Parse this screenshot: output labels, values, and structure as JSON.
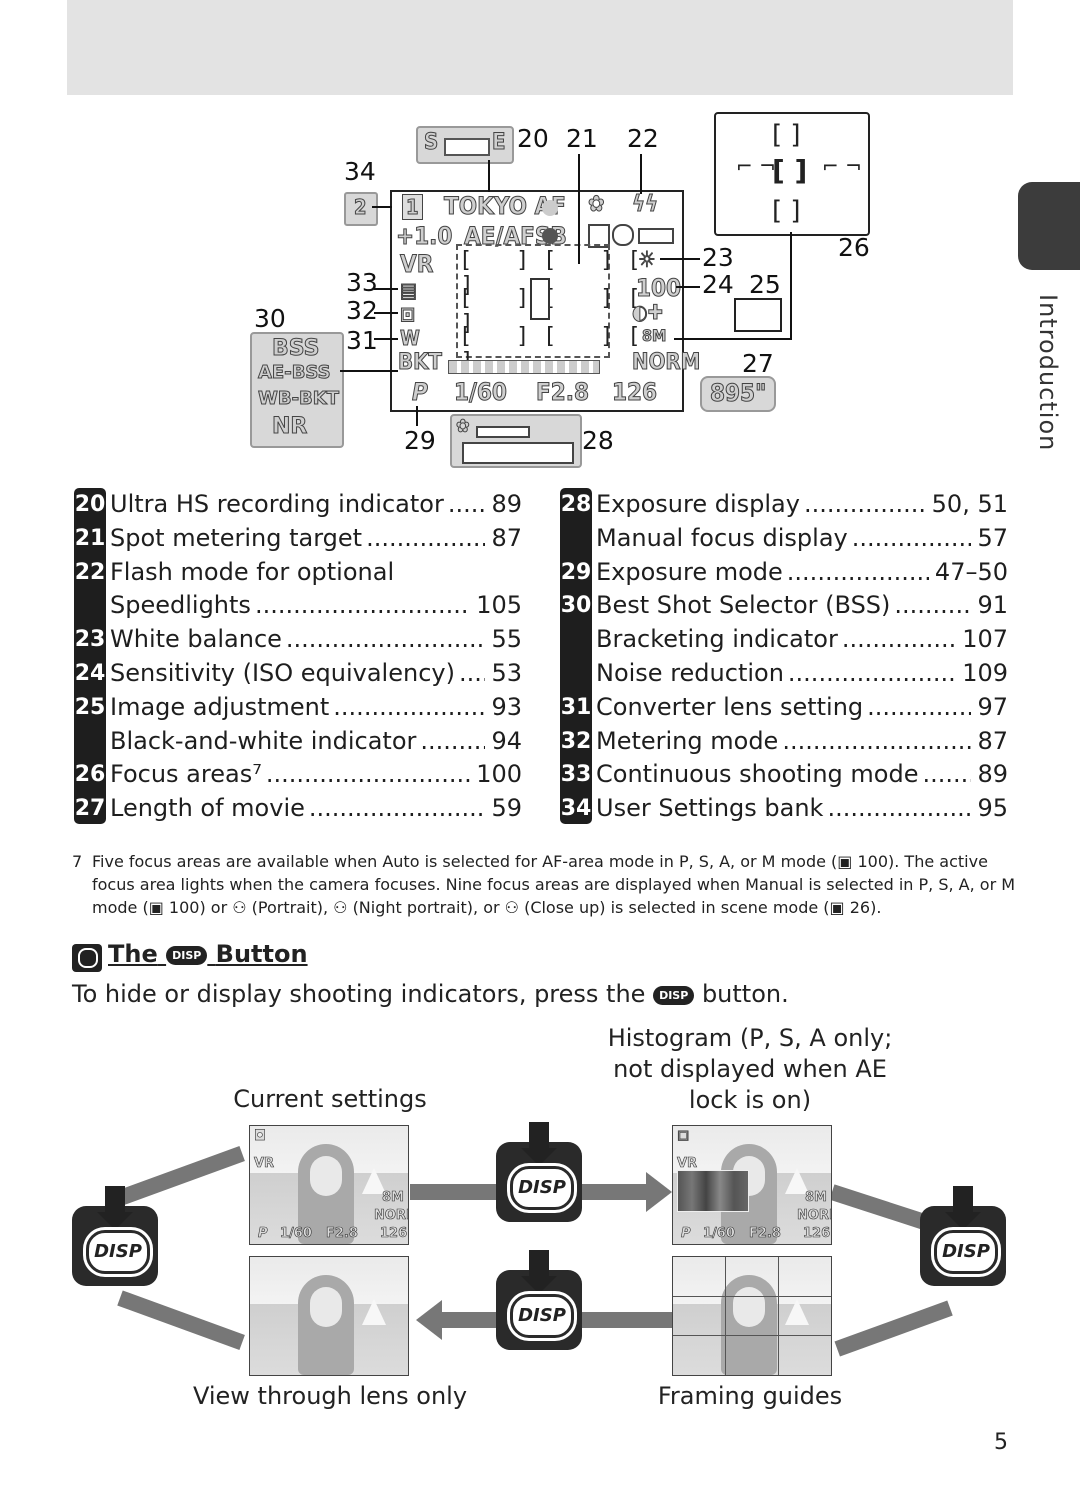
{
  "side_tab": {
    "label": "Introduction"
  },
  "diagram": {
    "callouts": [
      "20",
      "21",
      "22",
      "23",
      "24",
      "25",
      "26",
      "27",
      "28",
      "29",
      "30",
      "31",
      "32",
      "33",
      "34"
    ],
    "lcd_text": {
      "tokyo_af": "TOKYO AF",
      "exposure_comp": "+1.0",
      "ae_af_sb": "AE/AFSB",
      "vr": "VR",
      "iso": "100",
      "bkt": "BKT",
      "mode": "P",
      "shutter": "1/60",
      "aperture": "F2.8",
      "frames": "126",
      "norm": "NORM",
      "image_size": "8M",
      "movie_length": "895\""
    },
    "speed_box": {
      "left": "S",
      "right": "E"
    },
    "bss_panel": [
      "BSS",
      "AE-BSS",
      "WB-BKT",
      "NR"
    ],
    "user_bank": "2",
    "user_bank_lcd": "1"
  },
  "index_left": [
    {
      "num": "20",
      "label": "Ultra HS recording indicator",
      "page": "89"
    },
    {
      "num": "21",
      "label": "Spot metering target",
      "page": "87"
    },
    {
      "num": "22",
      "label": "Flash mode for optional",
      "page": ""
    },
    {
      "num": "",
      "label": "Speedlights",
      "page": "105"
    },
    {
      "num": "23",
      "label": "White balance",
      "page": "55"
    },
    {
      "num": "24",
      "label": "Sensitivity (ISO equivalency)",
      "page": "53"
    },
    {
      "num": "25",
      "label": "Image adjustment",
      "page": "93"
    },
    {
      "num": "",
      "label": "Black-and-white indicator",
      "page": "94"
    },
    {
      "num": "26",
      "label": "Focus areas⁷",
      "page": "100"
    },
    {
      "num": "27",
      "label": "Length of movie",
      "page": "59"
    }
  ],
  "index_right": [
    {
      "num": "28",
      "label": "Exposure display",
      "page": "50, 51"
    },
    {
      "num": "",
      "label": "Manual focus display",
      "page": "57"
    },
    {
      "num": "29",
      "label": "Exposure mode",
      "page": "47–50"
    },
    {
      "num": "30",
      "label": "Best Shot Selector (BSS)",
      "page": "91"
    },
    {
      "num": "",
      "label": "Bracketing indicator",
      "page": "107"
    },
    {
      "num": "",
      "label": "Noise reduction",
      "page": "109"
    },
    {
      "num": "31",
      "label": "Converter lens setting",
      "page": "97"
    },
    {
      "num": "32",
      "label": "Metering mode",
      "page": "87"
    },
    {
      "num": "33",
      "label": "Continuous shooting mode",
      "page": "89"
    },
    {
      "num": "34",
      "label": "User Settings bank",
      "page": "95"
    }
  ],
  "footnote": {
    "num": "7",
    "text": "Five focus areas are available when Auto is selected for AF-area mode in P, S, A, or M mode (▣ 100).  The active focus area lights when the camera focuses.  Nine focus areas are displayed when Manual is selected in P, S, A, or M mode (▣ 100) or ⚇ (Portrait), ⚇ (Night portrait), or ⚇ (Close up) is selected in scene mode (▣ 26)."
  },
  "tip": {
    "title_the": "The",
    "disp_label": "DISP",
    "title_button": "Button",
    "text_before": "To hide or display shooting indicators, press the",
    "text_after": "button."
  },
  "captions": {
    "current": "Current settings",
    "histogram_1": "Histogram (P, S, A only;",
    "histogram_2": "not displayed when AE",
    "histogram_3": "lock is on)",
    "lens_only": "View through lens only",
    "framing": "Framing guides"
  },
  "photo_overlay": {
    "vr": "VR",
    "size": "8M",
    "norm": "NORM",
    "mode": "P",
    "shutter": "1/60",
    "aperture": "F2.8",
    "frames": "126"
  },
  "disp_button_label": "DISP",
  "page_number": "5"
}
